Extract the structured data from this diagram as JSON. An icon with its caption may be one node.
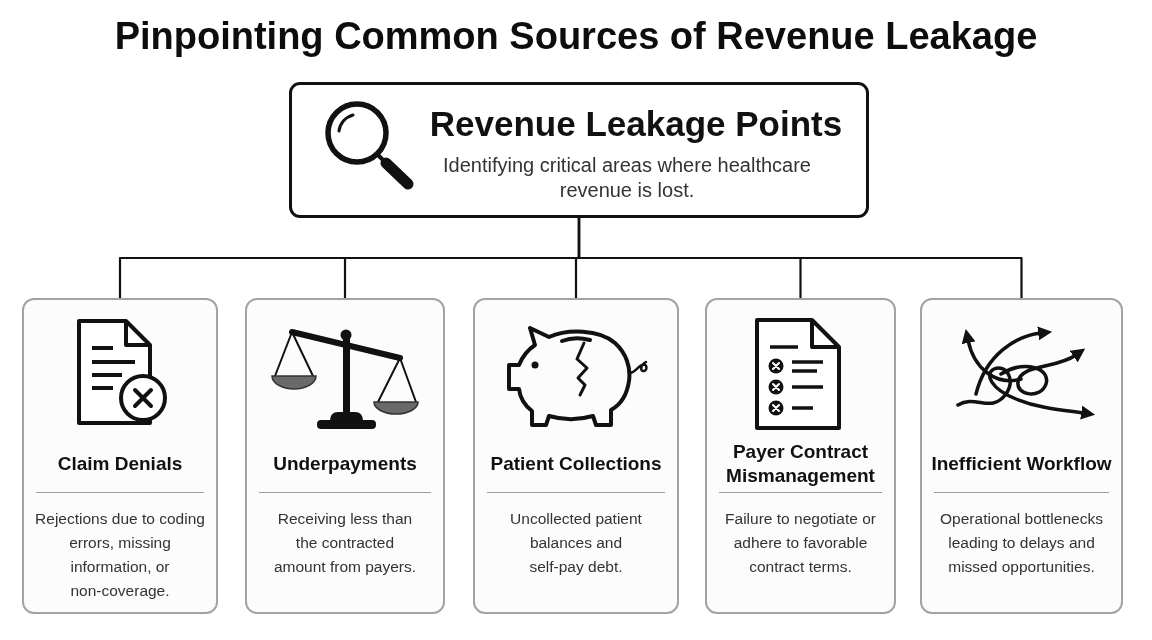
{
  "diagram": {
    "title": "Pinpointing Common Sources of Revenue Leakage",
    "nodes": [
      {
        "text": [
          "Revenue Leakage Points",
          "Identifying critical areas where healthcare revenue is lost."
        ]
      },
      {
        "text": [
          "Claim Denials",
          "Rejections due to coding errors, missing information, or non-coverage."
        ]
      },
      {
        "text": [
          "Underpayments",
          "Receiving less than the contracted amount from payers."
        ]
      },
      {
        "text": [
          "Patient Collections",
          "Uncollected patient balances and self-pay debt."
        ]
      },
      {
        "text": [
          "Payer Contract Mismanagement",
          "Failure to negotiate or adhere to favorable contract terms."
        ]
      },
      {
        "text": [
          "Inefficient Workflow",
          "Operational bottlenecks leading to delays and missed opportunities."
        ]
      }
    ],
    "edges": [
      {
        "from": 0,
        "to": 1,
        "arrow": "none"
      },
      {
        "from": 0,
        "to": 2,
        "arrow": "none"
      },
      {
        "from": 0,
        "to": 3,
        "arrow": "none"
      },
      {
        "from": 0,
        "to": 4,
        "arrow": "none"
      },
      {
        "from": 0,
        "to": 5,
        "arrow": "none"
      }
    ]
  }
}
